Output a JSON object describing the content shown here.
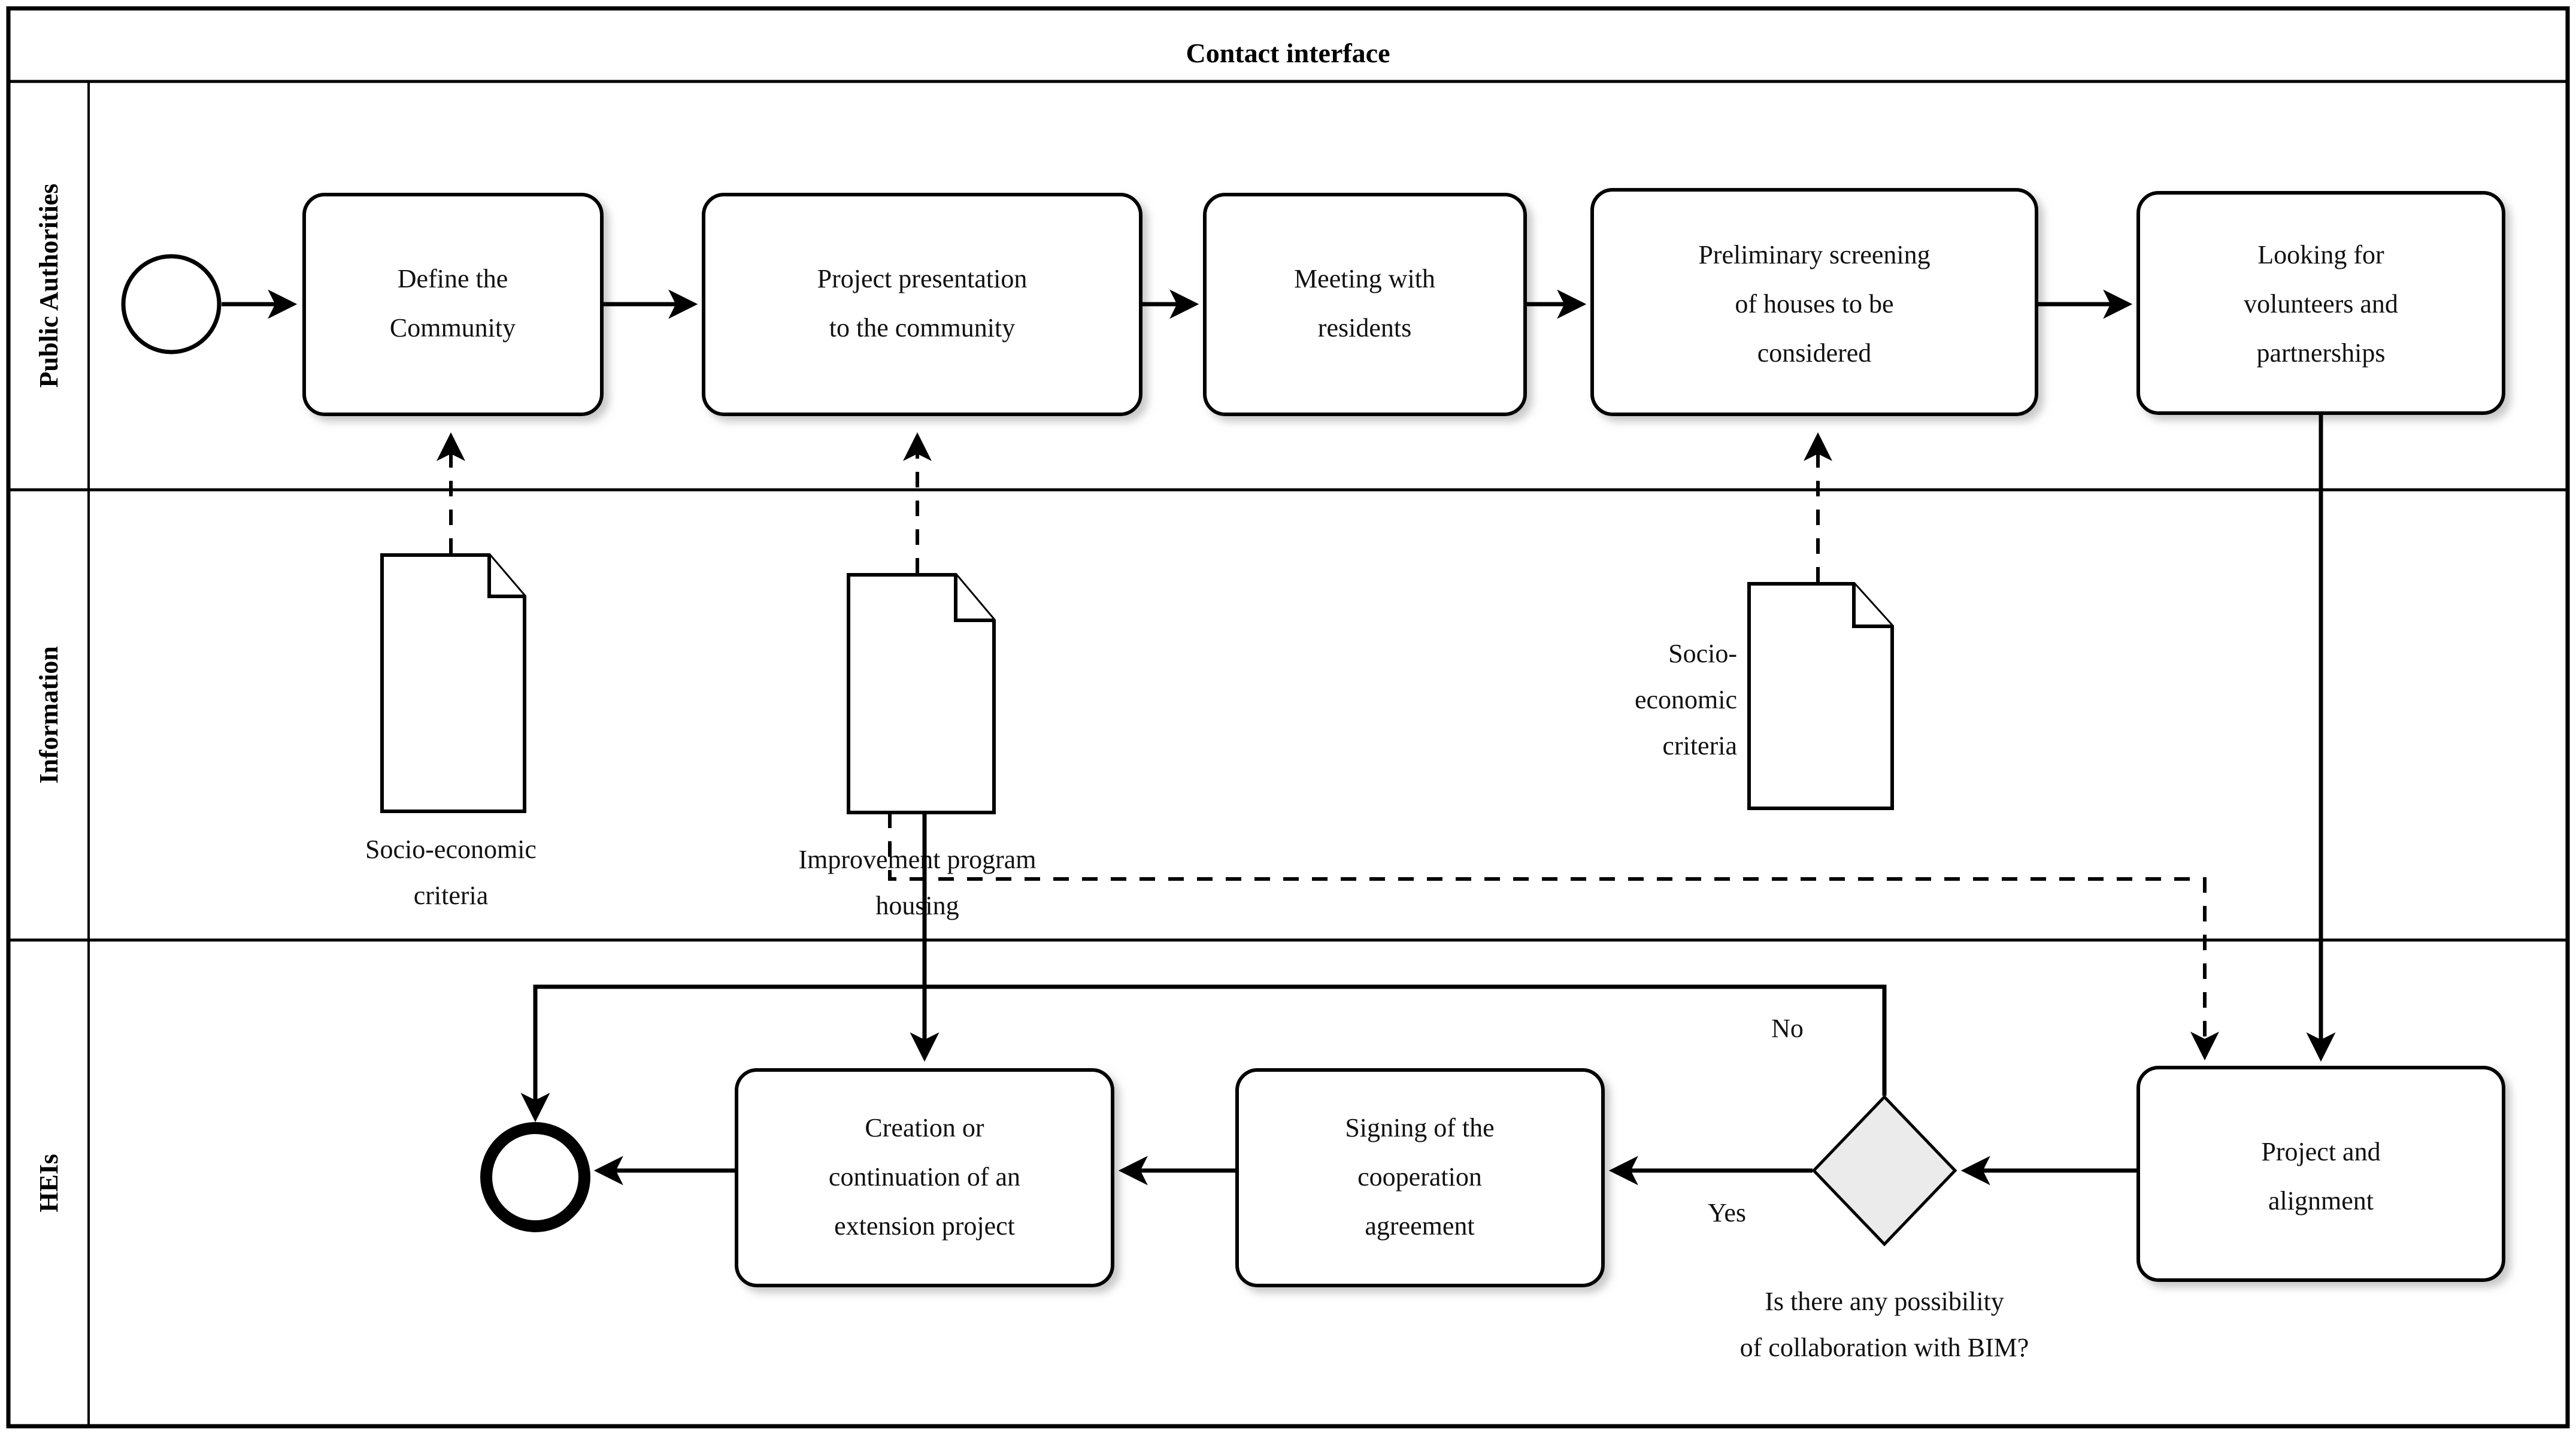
{
  "pool": {
    "title": "Contact interface"
  },
  "lanes": [
    {
      "id": "public-authorities",
      "label": "Public Authorities"
    },
    {
      "id": "information",
      "label": "Information"
    },
    {
      "id": "heis",
      "label": "HEIs"
    }
  ],
  "events": [
    {
      "id": "start-event",
      "type": "start",
      "label": ""
    },
    {
      "id": "end-event",
      "type": "end",
      "label": ""
    }
  ],
  "tasks": [
    {
      "id": "define-the-community",
      "lane": "public-authorities",
      "lines": [
        "Define the",
        "Community"
      ]
    },
    {
      "id": "project-presentation-to-the-community",
      "lane": "public-authorities",
      "lines": [
        "Project presentation",
        "to the community"
      ]
    },
    {
      "id": "meeting-with-residents",
      "lane": "public-authorities",
      "lines": [
        "Meeting with",
        "residents"
      ]
    },
    {
      "id": "preliminary-screening-of-houses",
      "lane": "public-authorities",
      "lines": [
        "Preliminary screening",
        "of houses to be",
        "considered"
      ]
    },
    {
      "id": "looking-for-volunteers-and-partnerships",
      "lane": "public-authorities",
      "lines": [
        "Looking for",
        "volunteers and",
        "partnerships"
      ]
    },
    {
      "id": "creation-or-continuation-of-an-extension-project",
      "lane": "heis",
      "lines": [
        "Creation or",
        "continuation of an",
        "extension project"
      ]
    },
    {
      "id": "signing-of-the-cooperation-agreement",
      "lane": "heis",
      "lines": [
        "Signing of the",
        "cooperation",
        "agreement"
      ]
    },
    {
      "id": "project-and-alignment",
      "lane": "heis",
      "lines": [
        "Project and",
        "alignment"
      ]
    }
  ],
  "artifacts": [
    {
      "id": "socio-economic-criteria-1",
      "lane": "information",
      "lines": [
        "Socio-economic",
        "criteria"
      ],
      "label_position": "below"
    },
    {
      "id": "improvement-program-housing",
      "lane": "information",
      "lines": [
        "Improvement program",
        "housing"
      ],
      "label_position": "below"
    },
    {
      "id": "socio-economic-criteria-2",
      "lane": "information",
      "lines": [
        "Socio-",
        "economic",
        "criteria"
      ],
      "label_position": "left"
    }
  ],
  "gateway": {
    "id": "bim-collaboration-gateway",
    "lane": "heis",
    "question_lines": [
      "Is there any possibility",
      "of collaboration with BIM?"
    ],
    "fill": "#ebebeb",
    "branches": [
      {
        "id": "gateway-branch-no",
        "label": "No"
      },
      {
        "id": "gateway-branch-yes",
        "label": "Yes"
      }
    ]
  },
  "colors": {
    "stroke": "#000000",
    "background": "#ffffff",
    "gateway_fill": "#ebebeb"
  }
}
